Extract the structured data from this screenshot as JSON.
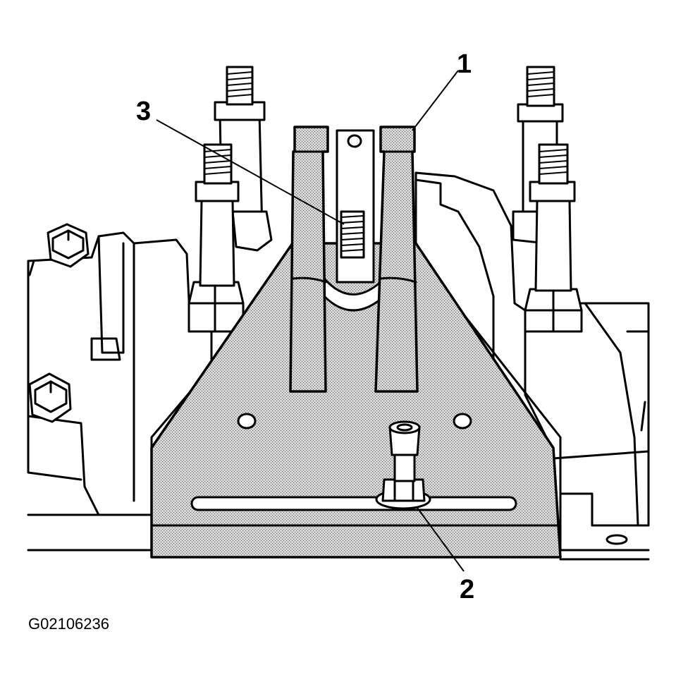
{
  "figure": {
    "callouts": [
      {
        "id": "1",
        "label": "1"
      },
      {
        "id": "2",
        "label": "2"
      },
      {
        "id": "3",
        "label": "3"
      }
    ],
    "figure_id": "G02106236",
    "colors": {
      "line": "#000000",
      "background": "#ffffff",
      "stipple": "#9a9a9a"
    }
  }
}
